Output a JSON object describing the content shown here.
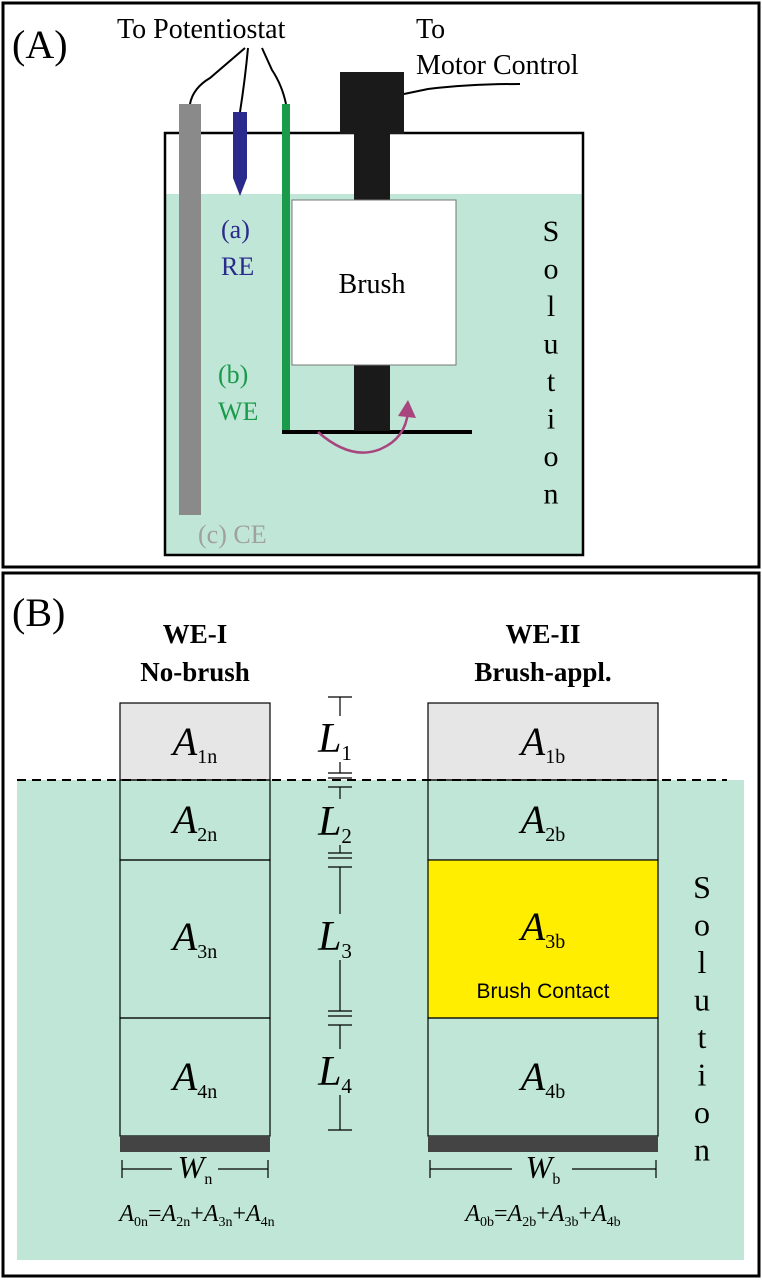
{
  "panel_a": {
    "label": "(A)",
    "to_potentiostat": "To Potentiostat",
    "to_motor_line1": "To",
    "to_motor_line2": "Motor Control",
    "brush": "Brush",
    "re_tag": "(a)",
    "re_name": "RE",
    "we_tag": "(b)",
    "we_name": "WE",
    "ce_label": "(c) CE",
    "solution_letters": [
      "S",
      "o",
      "l",
      "u",
      "t",
      "i",
      "o",
      "n"
    ]
  },
  "panel_b": {
    "label": "(B)",
    "we1_title": "WE-I",
    "we1_subtitle": "No-brush",
    "we2_title": "WE-II",
    "we2_subtitle": "Brush-appl.",
    "left_cells": [
      {
        "main": "A",
        "sub": "1n"
      },
      {
        "main": "A",
        "sub": "2n"
      },
      {
        "main": "A",
        "sub": "3n"
      },
      {
        "main": "A",
        "sub": "4n"
      }
    ],
    "right_cells": [
      {
        "main": "A",
        "sub": "1b"
      },
      {
        "main": "A",
        "sub": "2b"
      },
      {
        "main": "A",
        "sub": "3b"
      },
      {
        "main": "A",
        "sub": "4b"
      }
    ],
    "lengths": [
      {
        "main": "L",
        "sub": "1"
      },
      {
        "main": "L",
        "sub": "2"
      },
      {
        "main": "L",
        "sub": "3"
      },
      {
        "main": "L",
        "sub": "4"
      }
    ],
    "brush_contact": "Brush Contact",
    "width_left": {
      "main": "W",
      "sub": "n"
    },
    "width_right": {
      "main": "W",
      "sub": "b"
    },
    "formula_left": [
      {
        "main": "A",
        "sub": "0n"
      },
      {
        "op": "="
      },
      {
        "main": "A",
        "sub": "2n"
      },
      {
        "op": "+"
      },
      {
        "main": "A",
        "sub": "3n"
      },
      {
        "op": "+"
      },
      {
        "main": "A",
        "sub": "4n"
      }
    ],
    "formula_right": [
      {
        "main": "A",
        "sub": "0b"
      },
      {
        "op": "="
      },
      {
        "main": "A",
        "sub": "2b"
      },
      {
        "op": "+"
      },
      {
        "main": "A",
        "sub": "3b"
      },
      {
        "op": "+"
      },
      {
        "main": "A",
        "sub": "4b"
      }
    ],
    "solution_letters": [
      "S",
      "o",
      "l",
      "u",
      "t",
      "i",
      "o",
      "n"
    ]
  },
  "colors": {
    "solution": "#bfe6d6",
    "re_electrode": "#2a2a8c",
    "we_electrode": "#1a9a4a",
    "ce_electrode": "#8a8a8a",
    "motor": "#1a1a1a",
    "arrow": "#a8457e",
    "top_cell": "#e6e6e6",
    "brush_contact": "#ffee00",
    "base_strip": "#444444"
  }
}
